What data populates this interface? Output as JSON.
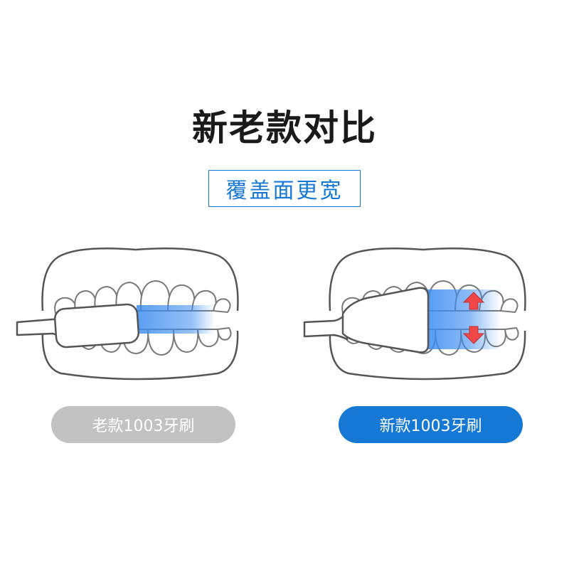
{
  "title": "新老款对比",
  "subtitle": "覆盖面更宽",
  "comparison": {
    "old_label": "老款1003牙刷",
    "new_label": "新款1003牙刷"
  },
  "colors": {
    "accent": "#1478d4",
    "old_pill": "#c2c2c2",
    "new_pill": "#1478d4",
    "arrow": "#f04848",
    "coverage_blue": "#3d8df0"
  },
  "icons": {
    "old_illustration": "teeth-with-toothbrush-narrow-coverage",
    "new_illustration": "teeth-with-toothbrush-wide-coverage",
    "arrows": "up-down-arrows-icon"
  }
}
